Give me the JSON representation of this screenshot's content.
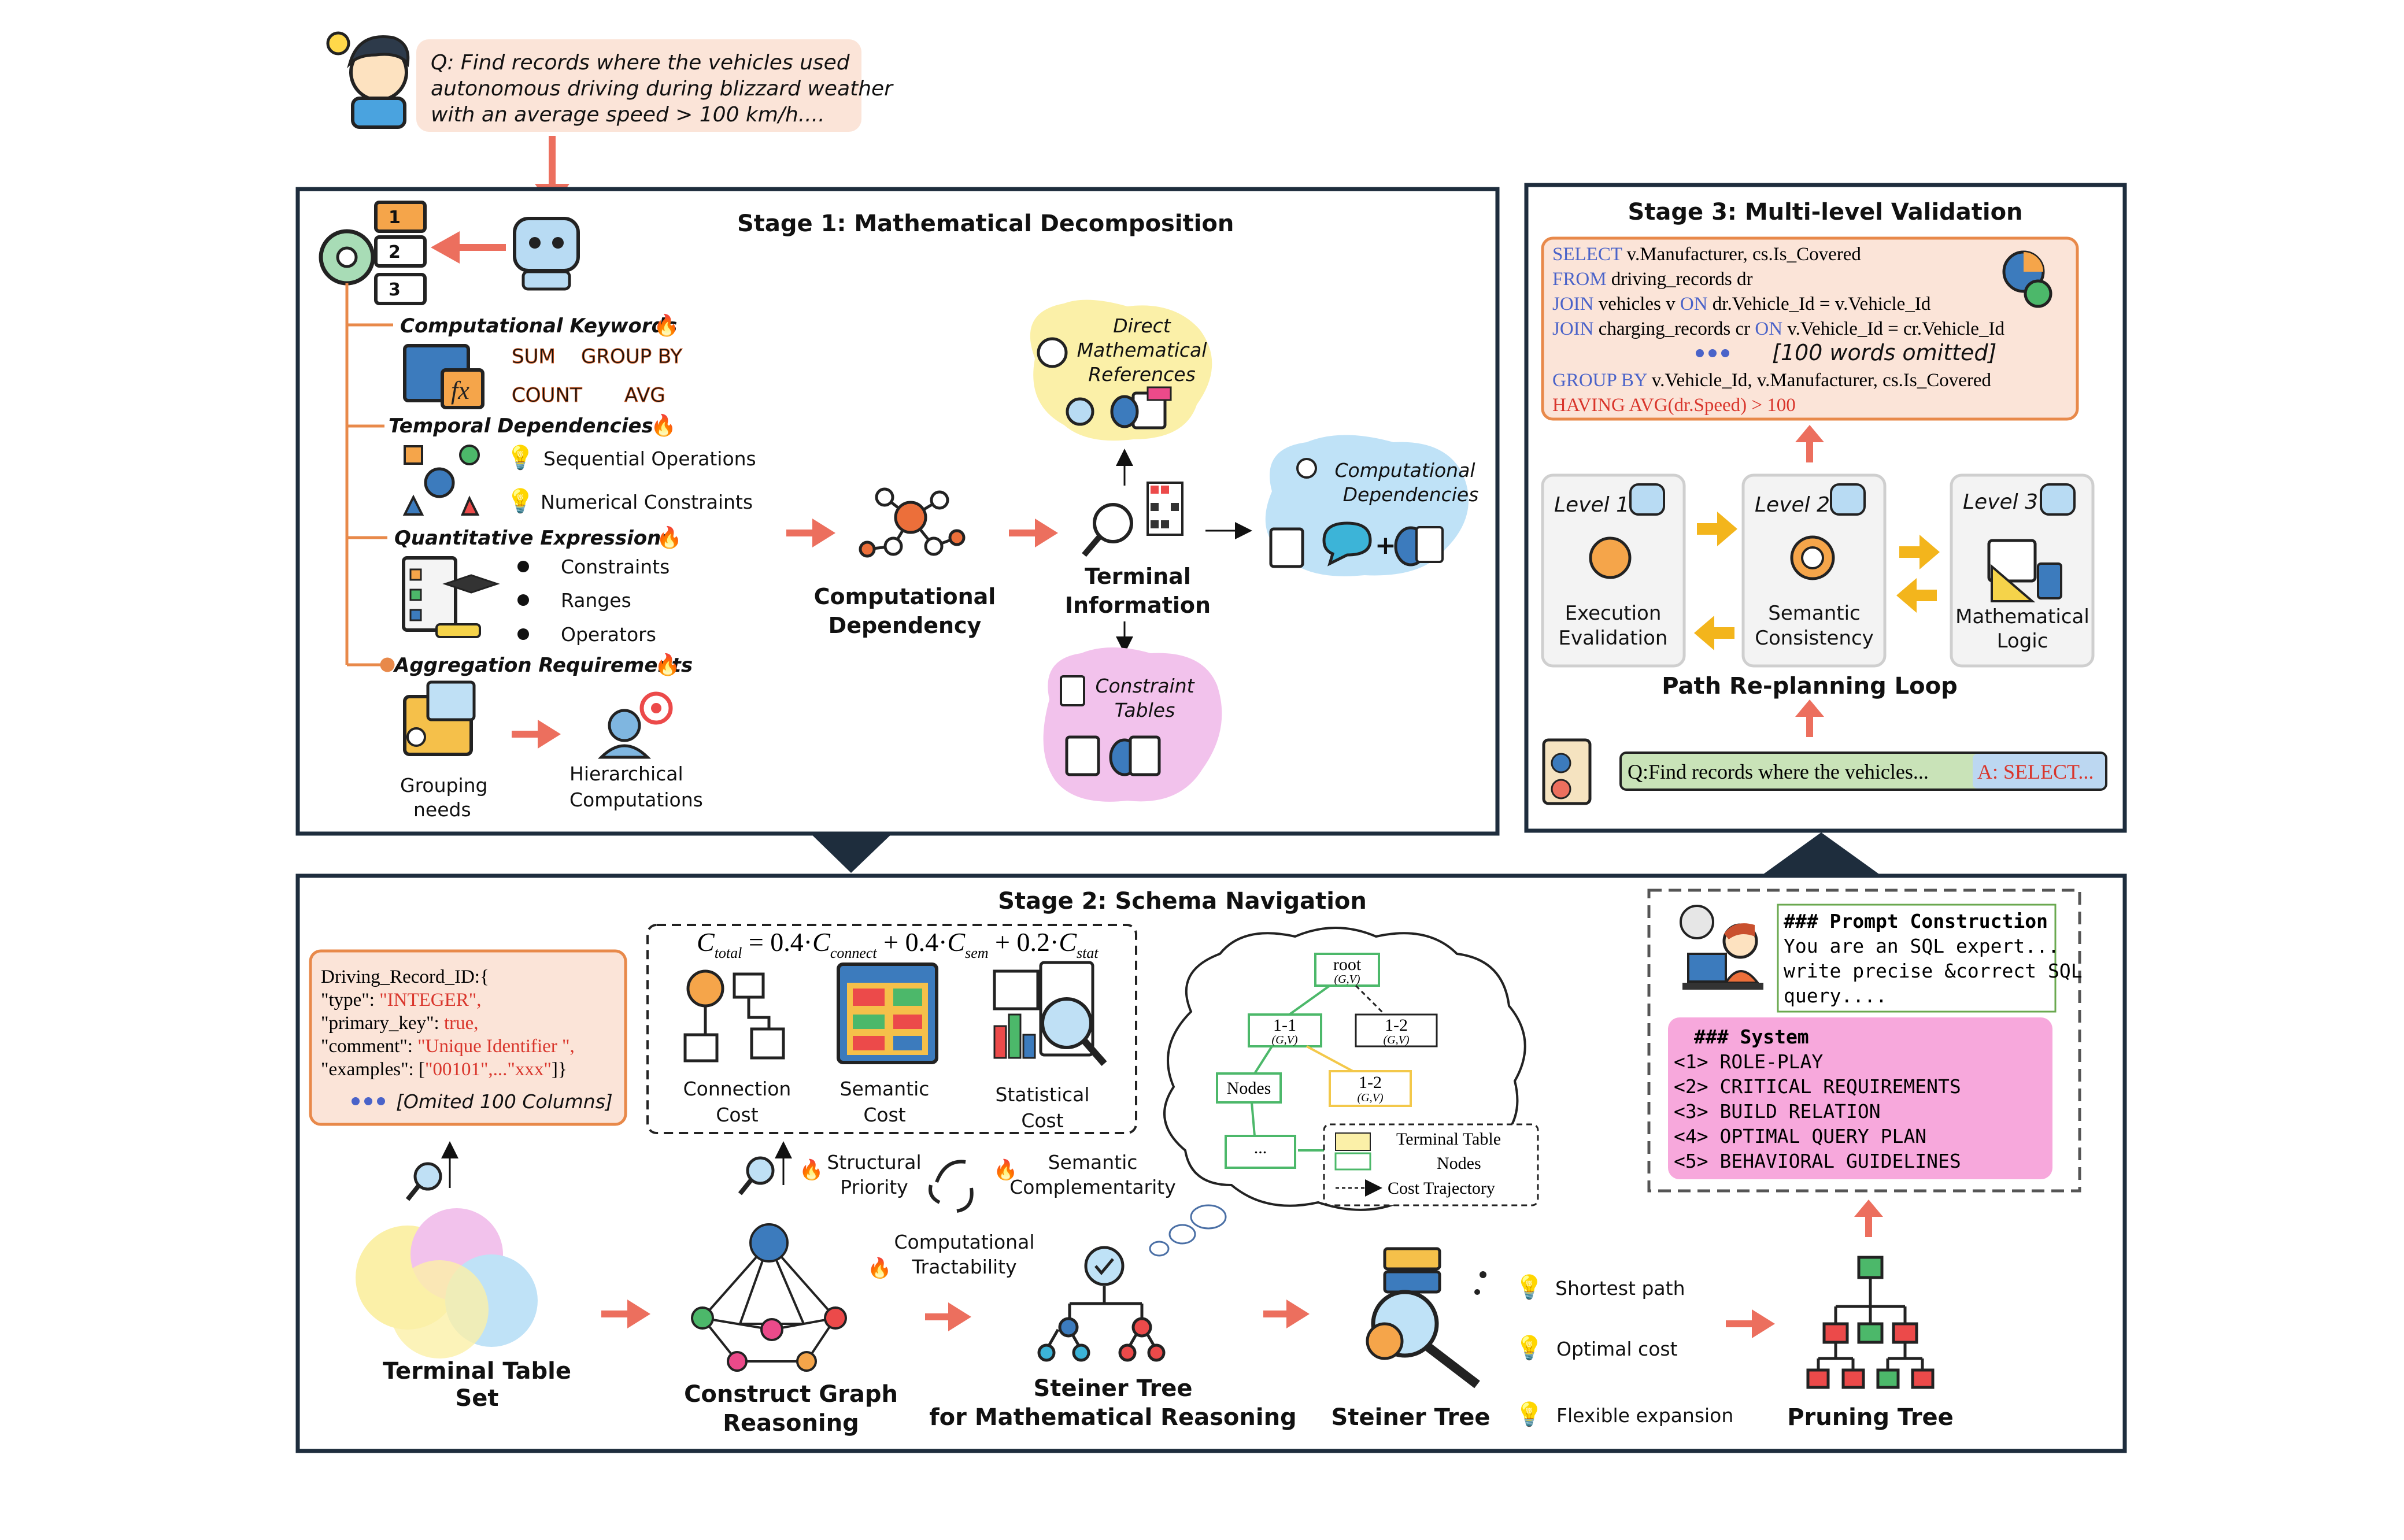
{
  "question": {
    "text_lines": [
      "Q: Find records where the vehicles used",
      "autonomous driving during blizzard weather",
      "with an average speed > 100 km/h...."
    ]
  },
  "stage1": {
    "title": "Stage 1: Mathematical Decomposition",
    "keywords_title": "Computational Keywords",
    "keyword_words": [
      "SUM",
      "GROUP BY",
      "COUNT",
      "AVG"
    ],
    "temporal_title": "Temporal Dependencies",
    "temporal_items": [
      "Sequential Operations",
      "Numerical Constraints"
    ],
    "quant_title": "Quantitative Expressions",
    "quant_items": [
      "Constraints",
      "Ranges",
      "Operators"
    ],
    "aggregation_title": "Aggregation Requirements",
    "grouping": [
      "Grouping",
      "needs"
    ],
    "hierarchical": [
      "Hierarchical",
      "Computations"
    ],
    "comp_dependency": [
      "Computational",
      "Dependency"
    ],
    "terminal_info": [
      "Terminal",
      "Information"
    ],
    "direct_refs": [
      "Direct",
      "Mathematical",
      "References"
    ],
    "comp_deps": [
      "Computational",
      "Dependencies"
    ],
    "constraint_tables": [
      "Constraint",
      "Tables"
    ]
  },
  "stage3": {
    "title": "Stage 3: Multi-level Validation",
    "sql": {
      "l1_kw": "SELECT",
      "l1": " v.Manufacturer, cs.Is_Covered",
      "l2_kw": "FROM",
      "l2": " driving_records dr",
      "l3_kw": "JOIN",
      "l3a": " vehicles v ",
      "l3_kw2": "ON",
      "l3b": " dr.Vehicle_Id = v.Vehicle_Id",
      "l4_kw": "JOIN",
      "l4a": " charging_records cr ",
      "l4_kw2": "ON",
      "l4b": " v.Vehicle_Id = cr.Vehicle_Id",
      "omitted": "[100 words omitted]",
      "l5_kw": "GROUP BY",
      "l5": " v.Vehicle_Id, v.Manufacturer, cs.Is_Covered",
      "l6": "HAVING AVG(dr.Speed) > 100"
    },
    "level1": {
      "label": "Level 1",
      "name": [
        "Execution",
        "Evalidation"
      ]
    },
    "level2": {
      "label": "Level 2",
      "name": [
        "Semantic",
        "Consistency"
      ]
    },
    "level3": {
      "label": "Level 3",
      "name": [
        "Mathematical",
        "Logic"
      ]
    },
    "loop": "Path Re-planning Loop",
    "qa_q": "Q:Find records where the vehicles...",
    "qa_a": "A: SELECT..."
  },
  "stage2": {
    "title": "Stage 2: Schema Navigation",
    "schema": {
      "l1": "Driving_Record_ID:{",
      "l2_key": "\"type\": ",
      "l2_val": "\"INTEGER\",",
      "l3_key": "\"primary_key\": ",
      "l3_val": "true,",
      "l4_key": "\"comment\": ",
      "l4_val": "\"Unique Identifier \",",
      "l5_key": "\"examples\": [",
      "l5_val": "\"00101\",...\"xxx\"",
      "l5_end": "]}",
      "omitted": "[Omited 100 Columns]"
    },
    "formula": {
      "c": "C",
      "total": "total",
      "eq": " = 0.4·",
      "connect": "connect",
      "p1": " + 0.4·",
      "sem": "sem",
      "p2": " + 0.2·",
      "stat": "stat"
    },
    "costs": [
      [
        "Connection",
        "Cost"
      ],
      [
        "Semantic",
        "Cost"
      ],
      [
        "Statistical",
        "Cost"
      ]
    ],
    "criteria": {
      "structural": [
        "Structural",
        "Priority"
      ],
      "semantic": [
        "Semantic",
        "Complementarity"
      ],
      "tractability": [
        "Computational",
        "Tractability"
      ]
    },
    "tree": {
      "root": "root",
      "n1": "1-1",
      "n2": "1-2",
      "n3": "1-2",
      "nodes": "Nodes",
      "dots": "...",
      "sub": "(G,V)"
    },
    "legend": [
      "Terminal Table",
      "Nodes",
      "Cost Trajectory"
    ],
    "labels": {
      "terminal": [
        "Terminal Table",
        "Set"
      ],
      "graph": [
        "Construct Graph",
        "Reasoning"
      ],
      "steiner_math": [
        "Steiner Tree",
        "for Mathematical Reasoning"
      ],
      "steiner": "Steiner Tree",
      "pruning": "Pruning Tree"
    },
    "properties": [
      "Shortest path",
      "Optimal cost",
      "Flexible expansion"
    ],
    "prompt": {
      "title": "### Prompt Construction",
      "lines": [
        "You are an SQL expert...",
        "write precise &correct SQL",
        "query...."
      ]
    },
    "system": {
      "title": "### System",
      "items": [
        "<1> ROLE-PLAY",
        "<2> CRITICAL REQUIREMENTS",
        "<3> BUILD RELATION",
        "<4> OPTIMAL QUERY PLAN",
        "<5> BEHAVIORAL GUIDELINES"
      ]
    }
  },
  "colors": {
    "arrow": "#ec6f5e",
    "orange": "#e8894a",
    "dark": "#1e2d3d",
    "sql_kw": "#4a63c9",
    "sql_red": "#d9352b",
    "omitted": "#4a63c9",
    "yellow_arrow": "#f3b51c",
    "system_pink": "#f7a8dc",
    "code_box": "#fbe4d8"
  }
}
